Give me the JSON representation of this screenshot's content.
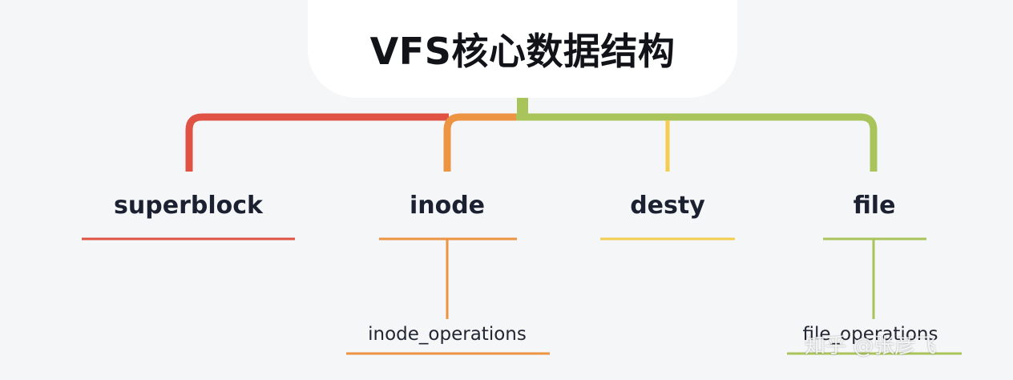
{
  "title": "VFS核心数据结构",
  "colors": {
    "superblock": "#e05243",
    "inode": "#ec9442",
    "desty": "#f3cd4f",
    "file": "#a9c45a"
  },
  "nodes": [
    {
      "id": "superblock",
      "label": "superblock"
    },
    {
      "id": "inode",
      "label": "inode"
    },
    {
      "id": "desty",
      "label": "desty"
    },
    {
      "id": "file",
      "label": "file"
    }
  ],
  "children": [
    {
      "parent": "inode",
      "label": "inode_operations"
    },
    {
      "parent": "file",
      "label": "file_operations"
    }
  ],
  "watermark": "知乎 @张彦飞"
}
